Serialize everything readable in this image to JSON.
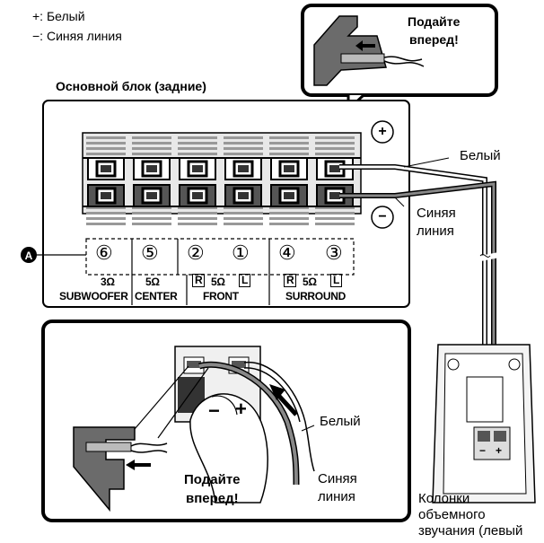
{
  "legend": {
    "plus_label": "+: Белый",
    "minus_label": "−: Синяя линия"
  },
  "main_unit_title": "Основной блок (задние)",
  "callout_top": {
    "line1": "Подайте",
    "line2": "вперед!"
  },
  "callout_bottom": {
    "line1": "Подайте",
    "line2": "вперед!"
  },
  "wire_labels": {
    "white_top": "Белый",
    "blue_top_1": "Синяя",
    "blue_top_2": "линия",
    "white_bottom": "Белый",
    "blue_bottom_1": "Синяя",
    "blue_bottom_2": "линия"
  },
  "marker_a": "A",
  "terminals": [
    {
      "number": "⑥",
      "ohm": "3Ω",
      "name": "SUBWOOFER"
    },
    {
      "number": "⑤",
      "ohm": "5Ω",
      "name": "CENTER"
    },
    {
      "number": "②",
      "ohm": "",
      "name": ""
    },
    {
      "number": "①",
      "ohm": "",
      "name": ""
    },
    {
      "number": "④",
      "ohm": "",
      "name": ""
    },
    {
      "number": "③",
      "ohm": "",
      "name": ""
    }
  ],
  "front_group": {
    "r": "R",
    "ohm": "5Ω",
    "l": "L",
    "name": "FRONT"
  },
  "surround_group": {
    "r": "R",
    "ohm": "5Ω",
    "l": "L",
    "name": "SURROUND"
  },
  "polarity": {
    "plus": "+",
    "minus": "−"
  },
  "speaker_terminal": {
    "minus": "−",
    "plus": "+"
  },
  "speaker_caption": {
    "line1": "Колонки",
    "line2": "объемного",
    "line3": "звучания (левый"
  }
}
